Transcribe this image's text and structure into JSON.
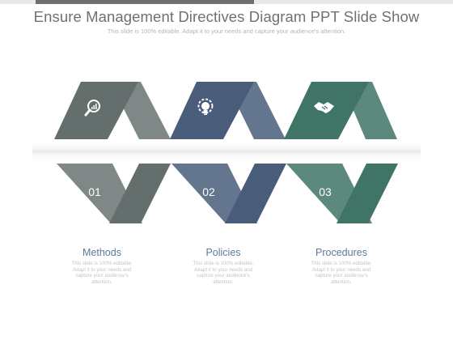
{
  "header": {
    "title": "Ensure Management Directives Diagram PPT Slide Show",
    "subtitle": "This slide is 100% editable. Adapt it to your needs and capture your audience's attention."
  },
  "steps": [
    {
      "number": "01",
      "label": "Methods",
      "text": "This slide is 100% editable. Adapt it to your needs and capture your audience's attention.",
      "icon": "magnifier-chart-icon",
      "color": "#646e6c"
    },
    {
      "number": "02",
      "label": "Policies",
      "text": "This slide is 100% editable. Adapt it to your needs and capture your audience's attention.",
      "icon": "lightbulb-gear-icon",
      "color": "#495d7a"
    },
    {
      "number": "03",
      "label": "Procedures",
      "text": "This slide is 100% editable. Adapt it to your needs and capture your audience's attention.",
      "icon": "handshake-icon",
      "color": "#3f7466"
    }
  ]
}
